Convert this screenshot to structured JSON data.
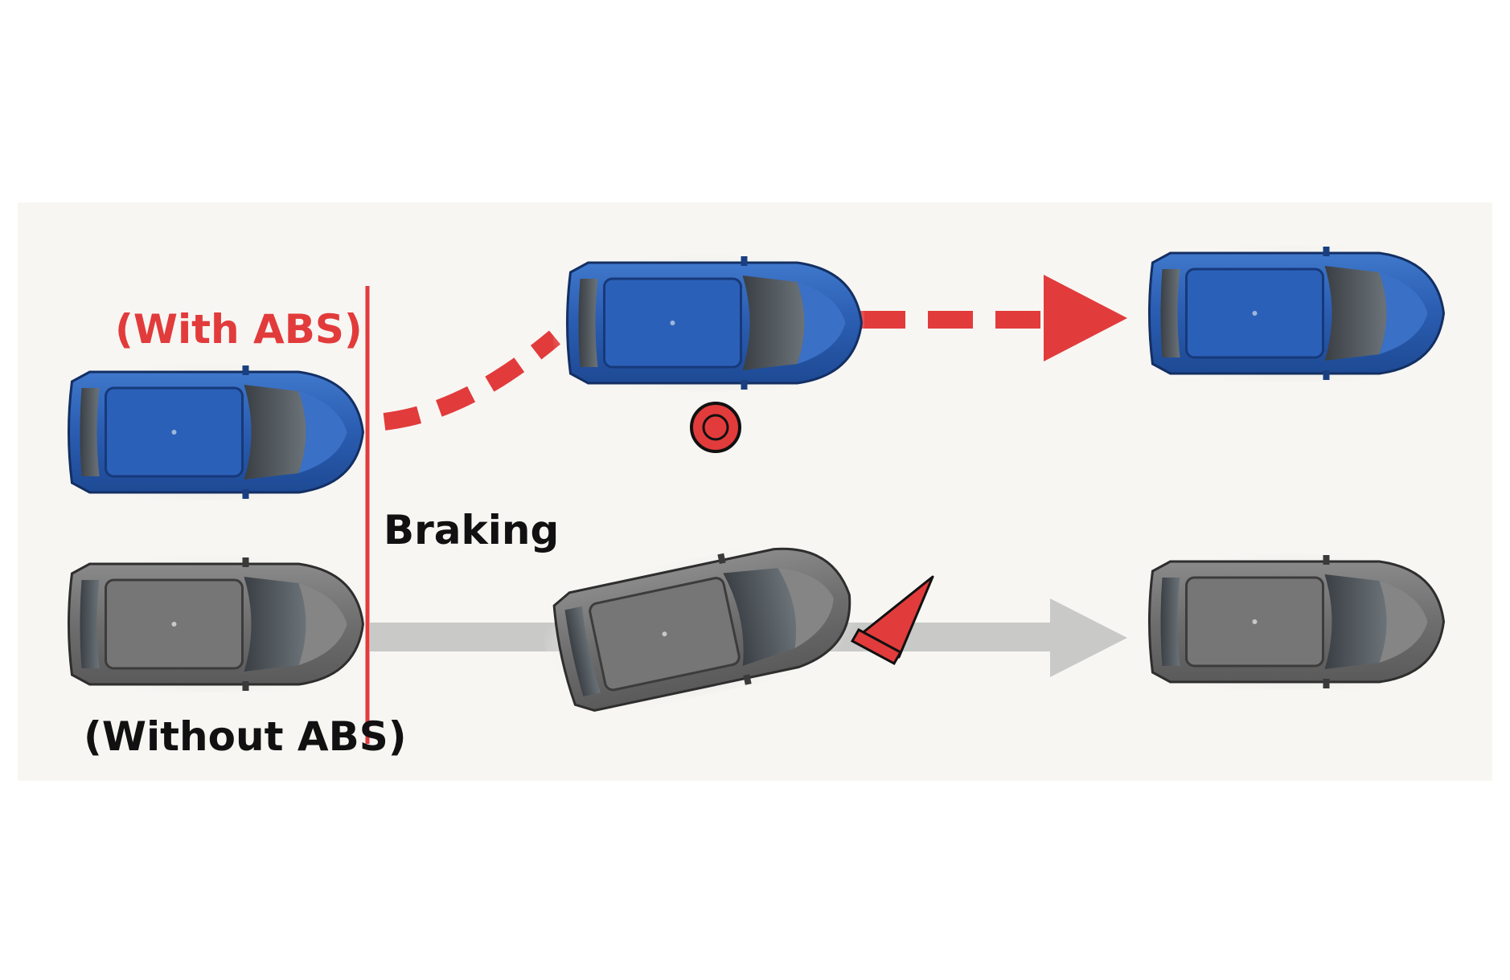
{
  "labels": {
    "with_abs": "(With ABS)",
    "braking": "Braking",
    "without_abs": "(Without ABS)"
  },
  "colors": {
    "background": "#ffffff",
    "panel": "#f7f6f3",
    "accent_red": "#e23b3b",
    "car_blue": "#2f63b8",
    "car_gray": "#6f6f6f",
    "path_gray": "#c9cac8",
    "text_dark": "#111111"
  },
  "icons": {
    "obstacle_with_abs": "target-circle-icon",
    "obstacle_without_abs": "traffic-cone-icon"
  }
}
